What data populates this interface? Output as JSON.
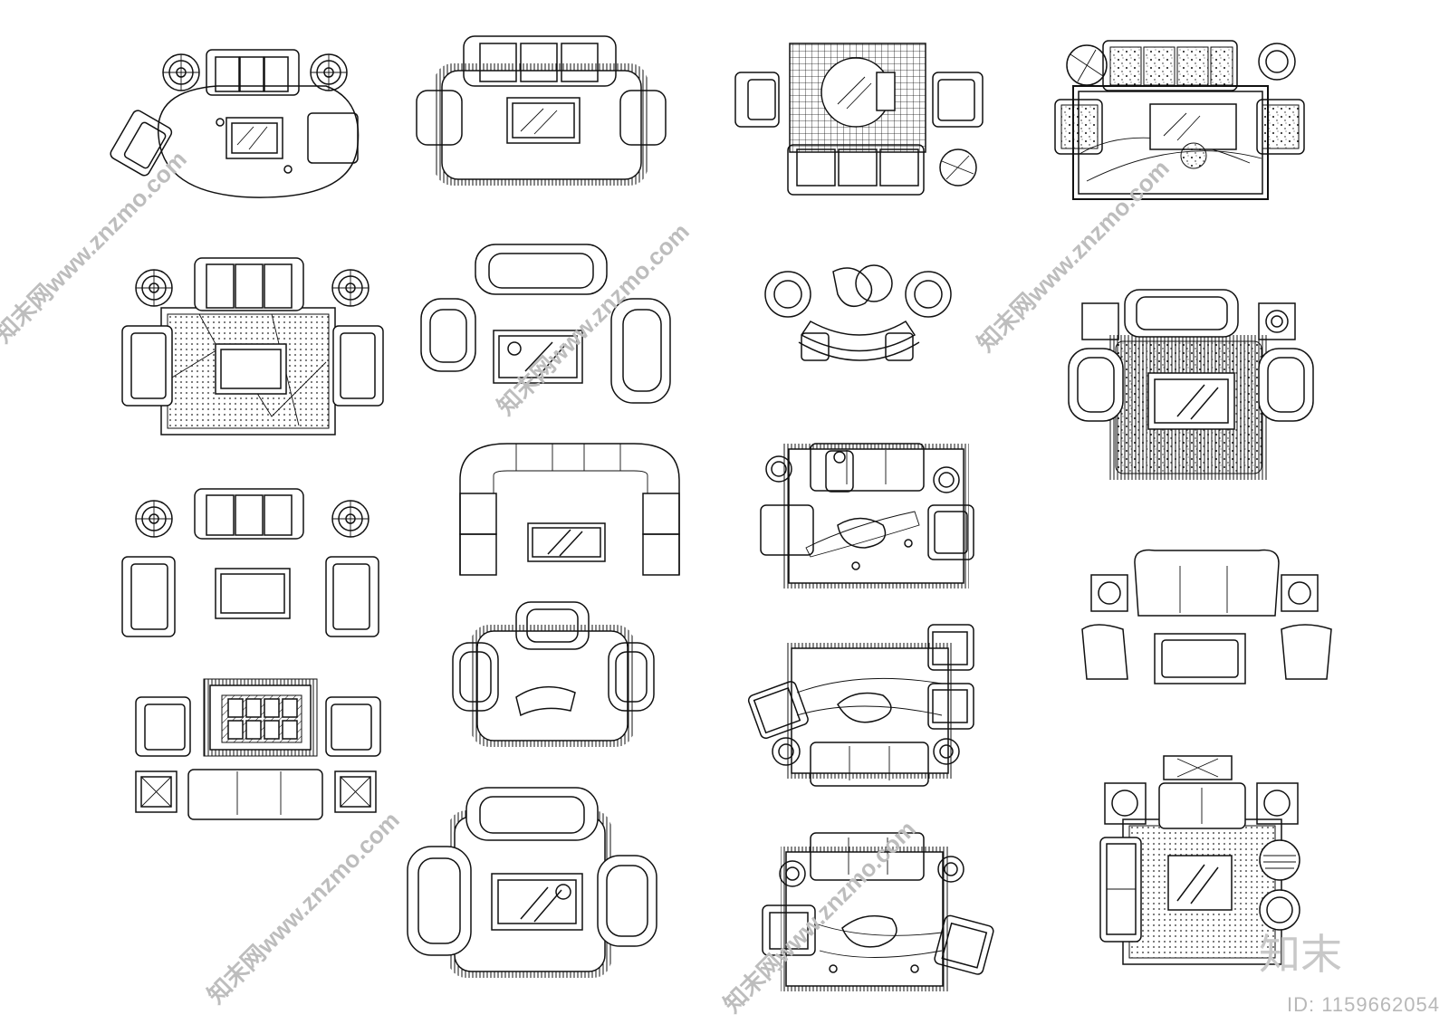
{
  "watermarks": [
    "知末网www.znzmo.com",
    "知末网www.znzmo.com",
    "知末网www.znzmo.com",
    "知末网www.znzmo.com",
    "知末网www.znzmo.com"
  ],
  "logo": {
    "text": "知末"
  },
  "id_label": "ID: 1159662054",
  "colors": {
    "line": "#111111",
    "watermark": "#bdbdbd"
  }
}
